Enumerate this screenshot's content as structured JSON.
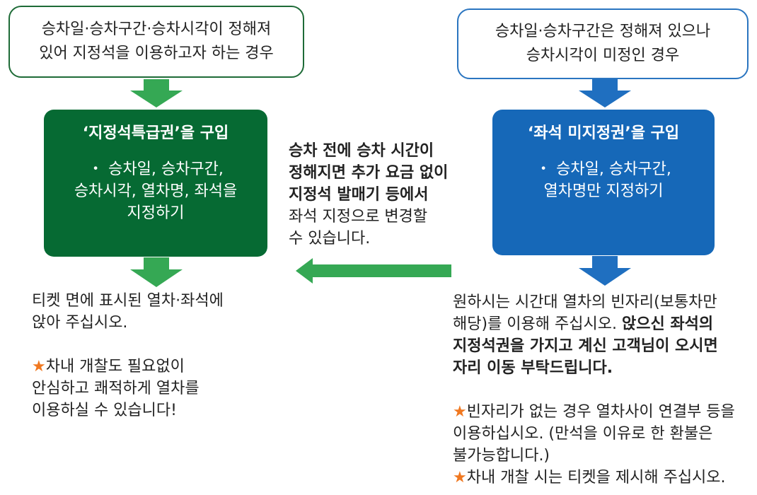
{
  "colors": {
    "green_dark": "#066a33",
    "green_arrow": "#35a854",
    "blue_dark": "#1668b8",
    "blue_arrow": "#1f6fc0",
    "star": "#f07820"
  },
  "left": {
    "condition": [
      "승차일·승차구간·승차시각이 정해져",
      "있어 지정석을 이용하고자 하는 경우"
    ],
    "action_title": "‘지정석특급권’을 구입",
    "action_lines": [
      "・ 승차일, 승차구간,",
      "승차시각, 열차명, 좌석을",
      "지정하기"
    ],
    "result_lines": [
      "티켓 면에 표시된 열차·좌석에",
      "앉아 주십시오."
    ],
    "star_symbol": "★",
    "star_lines": [
      "차내 개찰도 필요없이",
      "안심하고 쾌적하게 열차를",
      "이용하실 수 있습니다!"
    ]
  },
  "right": {
    "condition": [
      "승차일·승차구간은 정해져 있으나",
      "승차시각이 미정인 경우"
    ],
    "action_title": "‘좌석 미지정권’을 구입",
    "action_lines": [
      "・ 승차일, 승차구간,",
      "열차명만  지정하기"
    ],
    "result_plain_1": "원하시는 시간대 열차의 빈자리(보통차만",
    "result_plain_2": "해당)를 이용해 주십시오. ",
    "result_bold_2": "앉으신 좌석의",
    "result_bold_3": "지정석권을 가지고 계신 고객님이 오시면",
    "result_bold_4": "자리 이동 부탁드립니다.",
    "star_symbol": "★",
    "star1_lines": [
      "빈자리가 없는 경우 열차사이 연결부 등을",
      "이용하십시오. (만석을 이유로 한 환불은",
      "불가능합니다.)"
    ],
    "star2_line": "차내 개찰 시는 티켓을 제시해 주십시오."
  },
  "middle": {
    "bold_lines": [
      "승차 전에 승차 시간이",
      "정해지면 추가 요금 없이",
      "지정석 발매기 등에서"
    ],
    "plain_lines": [
      "좌석 지정으로 변경할",
      "수 있습니다."
    ]
  }
}
